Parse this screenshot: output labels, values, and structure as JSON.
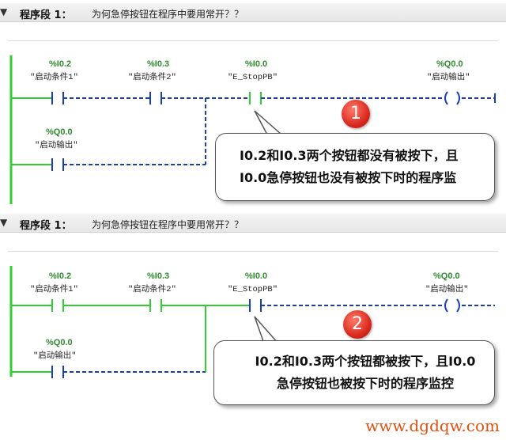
{
  "segments": [
    {
      "header_caret": "▼",
      "title": "程序段 1：",
      "description": "为何急停按钮在程序中要用常开？？",
      "contacts": [
        {
          "address": "%I0.2",
          "name": "\"启动条件1\""
        },
        {
          "address": "%I0.3",
          "name": "\"启动条件2\""
        },
        {
          "address": "%I0.0",
          "name": "\"E_StopPB\""
        },
        {
          "address": "%Q0.0",
          "name": "\"启动输出\""
        }
      ],
      "coil": {
        "address": "%Q0.0",
        "name": "\"启动输出\""
      },
      "badge": "1",
      "callout": [
        "I0.2和I0.3两个按钮都没有被按下，且",
        "I0.0急停按钮也没有被按下时的程序监"
      ]
    },
    {
      "header_caret": "▼",
      "title": "程序段 1：",
      "description": "为何急停按钮在程序中要用常开？？",
      "contacts": [
        {
          "address": "%I0.2",
          "name": "\"启动条件1\""
        },
        {
          "address": "%I0.3",
          "name": "\"启动条件2\""
        },
        {
          "address": "%I0.0",
          "name": "\"E_StopPB\""
        },
        {
          "address": "%Q0.0",
          "name": "\"启动输出\""
        }
      ],
      "coil": {
        "address": "%Q0.0",
        "name": "\"启动输出\""
      },
      "badge": "2",
      "callout": [
        "I0.2和I0.3两个按钮都被按下，且I0.0",
        "急停按钮也被按下时的程序监控"
      ]
    }
  ],
  "watermark": "www.dgdqw.com",
  "colors": {
    "energized": "#33cc33",
    "unenergized": "#1a3fb0",
    "address": "#2d8a2d",
    "badge": "#d6251a"
  }
}
